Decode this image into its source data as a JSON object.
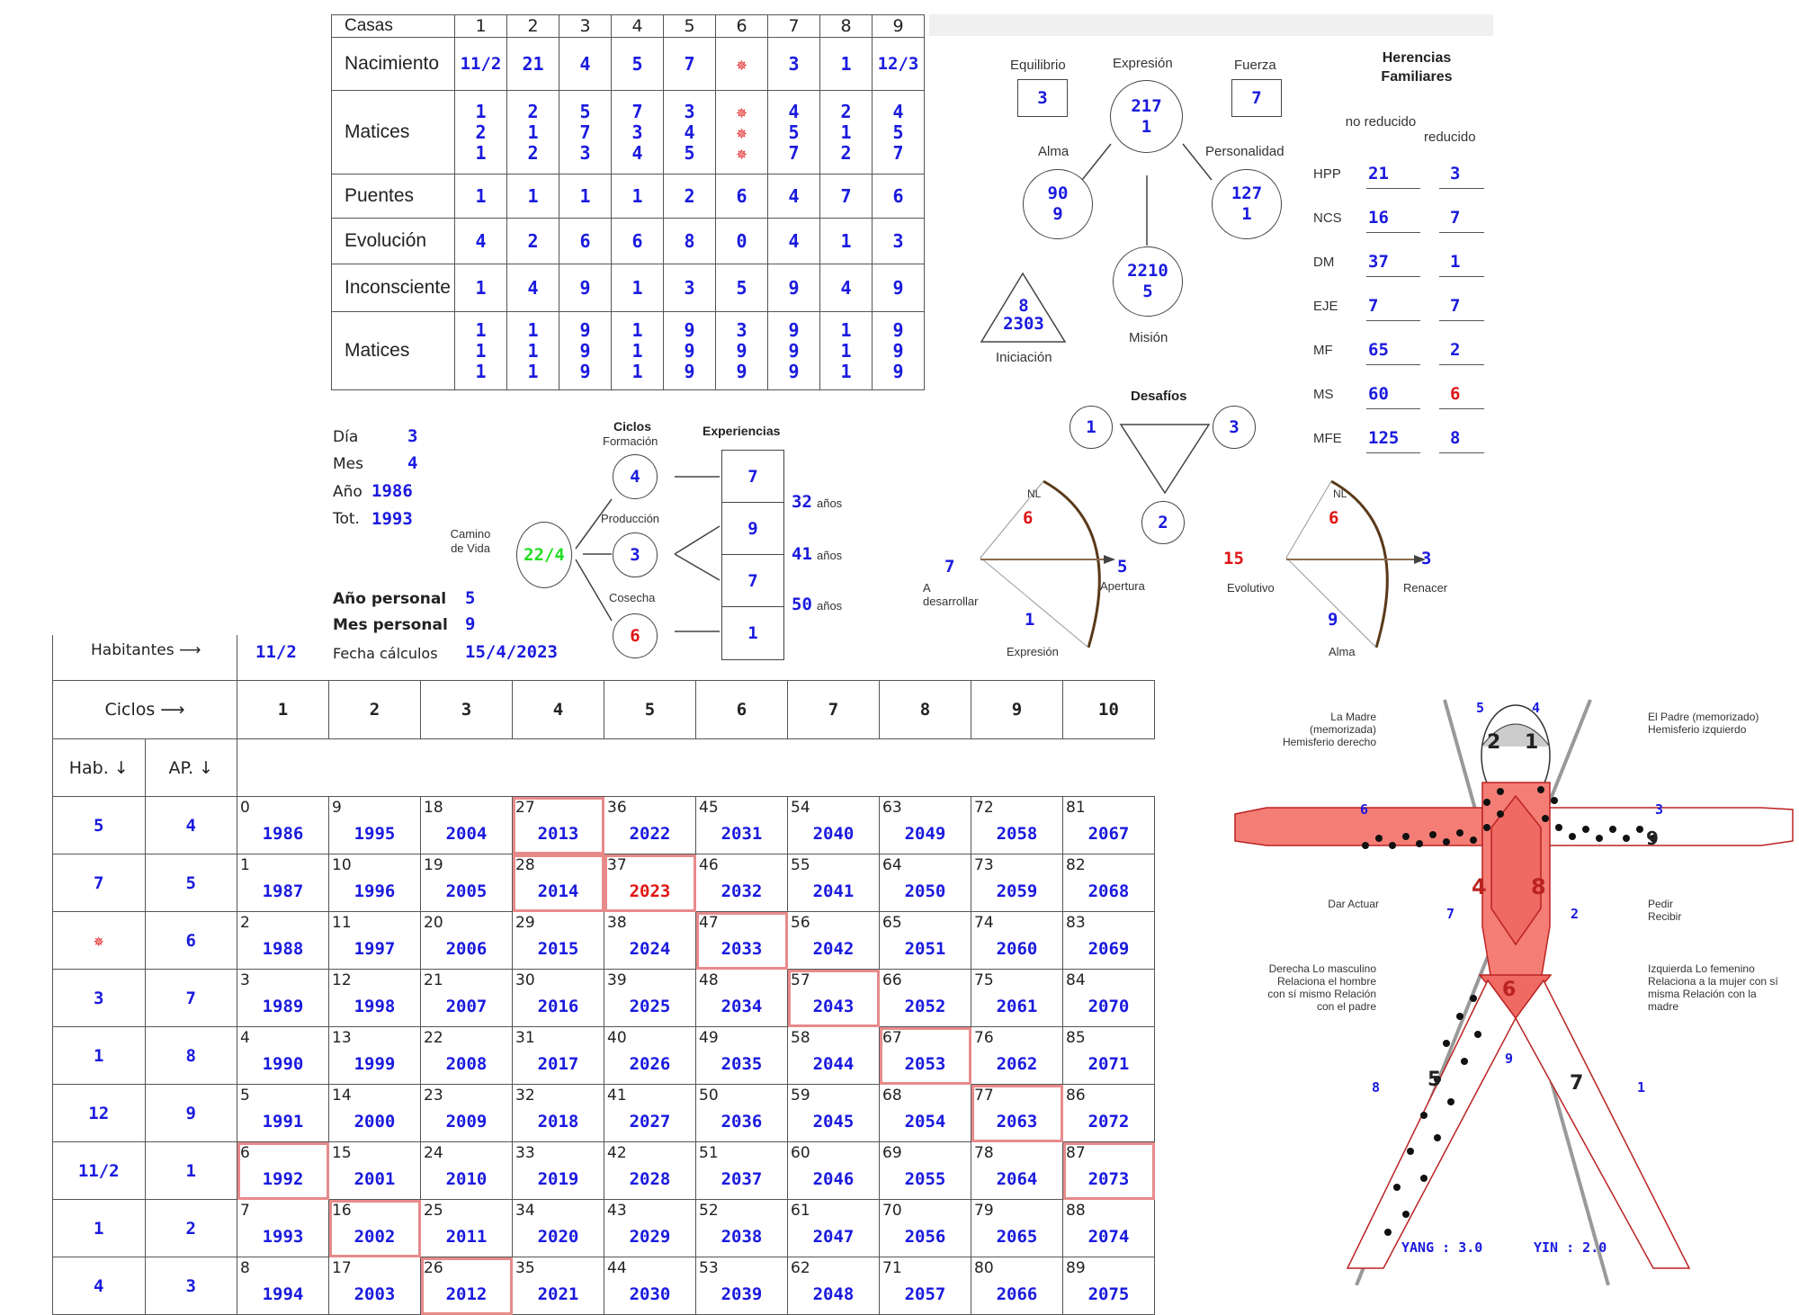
{
  "top_table": {
    "header": "Casas",
    "columns": [
      "1",
      "2",
      "3",
      "4",
      "5",
      "6",
      "7",
      "8",
      "9"
    ],
    "rows": [
      {
        "label": "Nacimiento",
        "values": [
          "11/2",
          "21",
          "4",
          "5",
          "7",
          "✵",
          "3",
          "1",
          "12/3"
        ]
      },
      {
        "label": "Matices",
        "values": [
          [
            "1",
            "2",
            "1"
          ],
          [
            "2",
            "1",
            "2"
          ],
          [
            "5",
            "7",
            "3"
          ],
          [
            "7",
            "3",
            "4"
          ],
          [
            "3",
            "4",
            "5"
          ],
          [
            "✵",
            "✵",
            "✵"
          ],
          [
            "4",
            "5",
            "7"
          ],
          [
            "2",
            "1",
            "2"
          ],
          [
            "4",
            "5",
            "7"
          ]
        ]
      },
      {
        "label": "Puentes",
        "values": [
          "1",
          "1",
          "1",
          "1",
          "2",
          "6",
          "4",
          "7",
          "6"
        ]
      },
      {
        "label": "Evolución",
        "values": [
          "4",
          "2",
          "6",
          "6",
          "8",
          "0",
          "4",
          "1",
          "3"
        ]
      },
      {
        "label": "Inconsciente",
        "values": [
          "1",
          "4",
          "9",
          "1",
          "3",
          "5",
          "9",
          "4",
          "9"
        ]
      },
      {
        "label": "Matices",
        "values": [
          [
            "1",
            "1",
            "1"
          ],
          [
            "1",
            "1",
            "1"
          ],
          [
            "9",
            "9",
            "9"
          ],
          [
            "1",
            "1",
            "1"
          ],
          [
            "9",
            "9",
            "9"
          ],
          [
            "3",
            "9",
            "9"
          ],
          [
            "9",
            "9",
            "9"
          ],
          [
            "1",
            "1",
            "1"
          ],
          [
            "9",
            "9",
            "9"
          ]
        ]
      }
    ]
  },
  "personal": {
    "dia_label": "Día",
    "dia": "3",
    "mes_label": "Mes",
    "mes": "4",
    "anio_label": "Año",
    "anio": "1986",
    "tot_label": "Tot.",
    "tot": "1993",
    "anio_personal_label": "Año personal",
    "anio_personal": "5",
    "mes_personal_label": "Mes personal",
    "mes_personal": "9",
    "fecha_label": "Fecha cálculos",
    "fecha": "15/4/2023"
  },
  "ciclos": {
    "title": "Ciclos",
    "formacion_label": "Formación",
    "formacion": "4",
    "produccion_label": "Producción",
    "produccion": "3",
    "cosecha_label": "Cosecha",
    "cosecha": "6",
    "camino_label": "Camino de Vida",
    "camino": "22/4",
    "experiencias_title": "Experiencias",
    "experiencias": [
      "7",
      "9",
      "7",
      "1"
    ],
    "ages": [
      {
        "value": "32",
        "unit": "años"
      },
      {
        "value": "41",
        "unit": "años"
      },
      {
        "value": "50",
        "unit": "años"
      }
    ]
  },
  "diagram": {
    "equilibrio_label": "Equilibrio",
    "equilibrio": "3",
    "expresion_label": "Expresión",
    "expresion": [
      "217",
      "1"
    ],
    "fuerza_label": "Fuerza",
    "fuerza": "7",
    "alma_label": "Alma",
    "alma": [
      "90",
      "9"
    ],
    "personalidad_label": "Personalidad",
    "personalidad": [
      "127",
      "1"
    ],
    "mision_label": "Misión",
    "mision": [
      "2210",
      "5"
    ],
    "iniciacion_label": "Iniciación",
    "iniciacion": [
      "8",
      "2303"
    ],
    "desafios_title": "Desafíos",
    "desafios": [
      "1",
      "3",
      "2"
    ]
  },
  "herencias": {
    "title": "Herencias Familiares",
    "col1": "no reducido",
    "col2": "reducido",
    "rows": [
      {
        "label": "HPP",
        "a": "21",
        "b": "3",
        "b_red": false
      },
      {
        "label": "NCS",
        "a": "16",
        "b": "7",
        "b_red": false
      },
      {
        "label": "DM",
        "a": "37",
        "b": "1",
        "b_red": false
      },
      {
        "label": "EJE",
        "a": "7",
        "b": "7",
        "b_red": false
      },
      {
        "label": "MF",
        "a": "65",
        "b": "2",
        "b_red": false
      },
      {
        "label": "MS",
        "a": "60",
        "b": "6",
        "b_red": true
      },
      {
        "label": "MFE",
        "a": "125",
        "b": "8",
        "b_red": false
      }
    ]
  },
  "arc1": {
    "nl_label": "NL",
    "nl": "6",
    "left": "7",
    "left_label": "A desarrollar",
    "right": "5",
    "right_label": "Apertura",
    "bottom": "1",
    "bottom_label": "Expresión"
  },
  "arc2": {
    "nl_label": "NL",
    "nl": "6",
    "left": "15",
    "left_label": "Evolutivo",
    "right": "3",
    "right_label": "Renacer",
    "bottom": "9",
    "bottom_label": "Alma"
  },
  "grid": {
    "habitantes_label": "Habitantes",
    "habitantes": "11/2",
    "ciclos_label": "Ciclos",
    "hab_label": "Hab.",
    "ap_label": "AP.",
    "cycles": [
      "1",
      "2",
      "3",
      "4",
      "5",
      "6",
      "7",
      "8",
      "9",
      "10"
    ],
    "rows": [
      {
        "hab": "5",
        "ap": "4"
      },
      {
        "hab": "7",
        "ap": "5"
      },
      {
        "hab": "✵",
        "ap": "6"
      },
      {
        "hab": "3",
        "ap": "7"
      },
      {
        "hab": "1",
        "ap": "8"
      },
      {
        "hab": "12",
        "ap": "9"
      },
      {
        "hab": "11/2",
        "ap": "1"
      },
      {
        "hab": "1",
        "ap": "2"
      },
      {
        "hab": "4",
        "ap": "3"
      }
    ],
    "start_year": 1986,
    "current_year": 2023
  },
  "body": {
    "madre": "La Madre (memorizada) Hemisferio derecho",
    "padre": "El Padre (memorizado) Hemisferio izquierdo",
    "dar": "Dar Actuar",
    "pedir": "Pedir Recibir",
    "derecha": "Derecha Lo masculino Relaciona el hombre con sí mismo Relación con el padre",
    "izquierda": "Izquierda Lo femenino Relaciona a la mujer con sí misma Relación con la madre",
    "yang": "YANG : 3.0",
    "yin": "YIN : 2.0",
    "nums": {
      "n5": "5",
      "n4": "4",
      "n2": "2",
      "n1": "1",
      "n6a": "6",
      "n3a": "3",
      "n4b": "4",
      "n8b": "8",
      "n7": "7",
      "n2b": "2",
      "n6": "6",
      "n9": "9",
      "n8": "8",
      "n5b": "5",
      "n7b": "7",
      "n1b": "1",
      "n9b": "9"
    }
  }
}
